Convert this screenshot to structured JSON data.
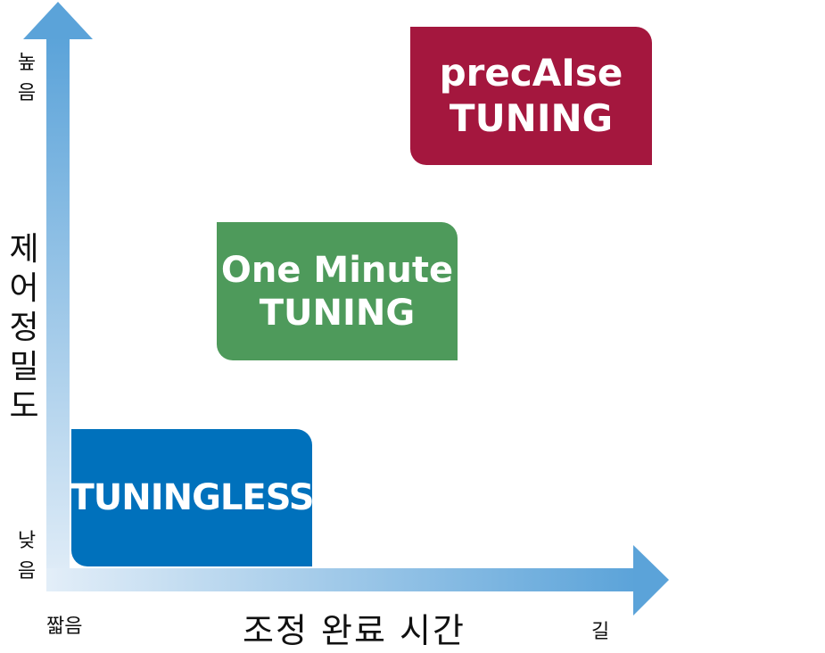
{
  "axis": {
    "y_high_chars": [
      "높",
      "음"
    ],
    "y_low_chars": [
      "낮",
      "음"
    ],
    "y_title_chars": [
      "제",
      "어",
      "정",
      "밀",
      "도"
    ],
    "x_short": "짧음",
    "x_long": "길",
    "x_title": "조정 완료 시간",
    "arrow_color": "#5ba3d9"
  },
  "boxes": [
    {
      "line1": "TUNINGLESS",
      "line2": "",
      "color": "#0071bc"
    },
    {
      "line1": "One Minute",
      "line2": "TUNING",
      "color": "#4e9a5b"
    },
    {
      "line1": "precAIse",
      "line2": "TUNING",
      "color": "#a4173e"
    }
  ]
}
